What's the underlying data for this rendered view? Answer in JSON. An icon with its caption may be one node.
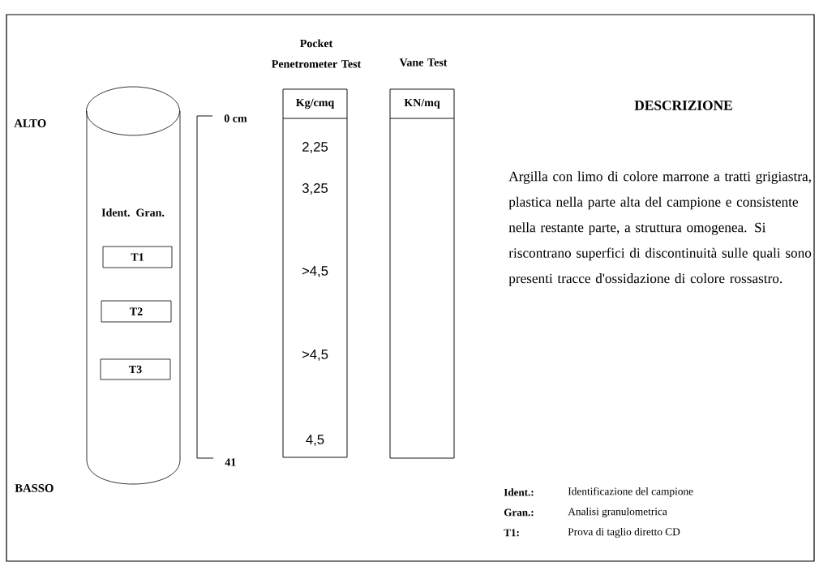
{
  "diagram": {
    "nodes": [
      {
        "text": [
          "Ident. Gran."
        ]
      },
      {
        "text": [
          "T1"
        ],
        "in": 0
      },
      {
        "text": [
          "T2"
        ],
        "in": 0
      },
      {
        "text": [
          "T3"
        ],
        "in": 0
      },
      {
        "text": [
          "Pocket Penetrometer Test",
          "Kg/cmq",
          "2,25",
          "3,25",
          ">4,5",
          ">4,5",
          "4,5"
        ]
      },
      {
        "text": [
          "Vane Test",
          "KN/mq"
        ]
      }
    ],
    "labels": [
      "ALTO",
      "0 cm",
      "DESCRIZIONE",
      "Argilla con limo di colore marrone a tratti grigiastra, plastica nella parte alta del campione e consistente nella restante parte, a struttura omogenea. Si riscontrano superfici di discontinuità sulle quali sono presenti tracce d'ossidazione di colore rossastro.",
      "41",
      "BASSO",
      "Ident.:",
      "Identificazione del campione",
      "Gran.:",
      "Analisi granulometrica",
      "T1:",
      "Prova di taglio diretto CD"
    ]
  }
}
